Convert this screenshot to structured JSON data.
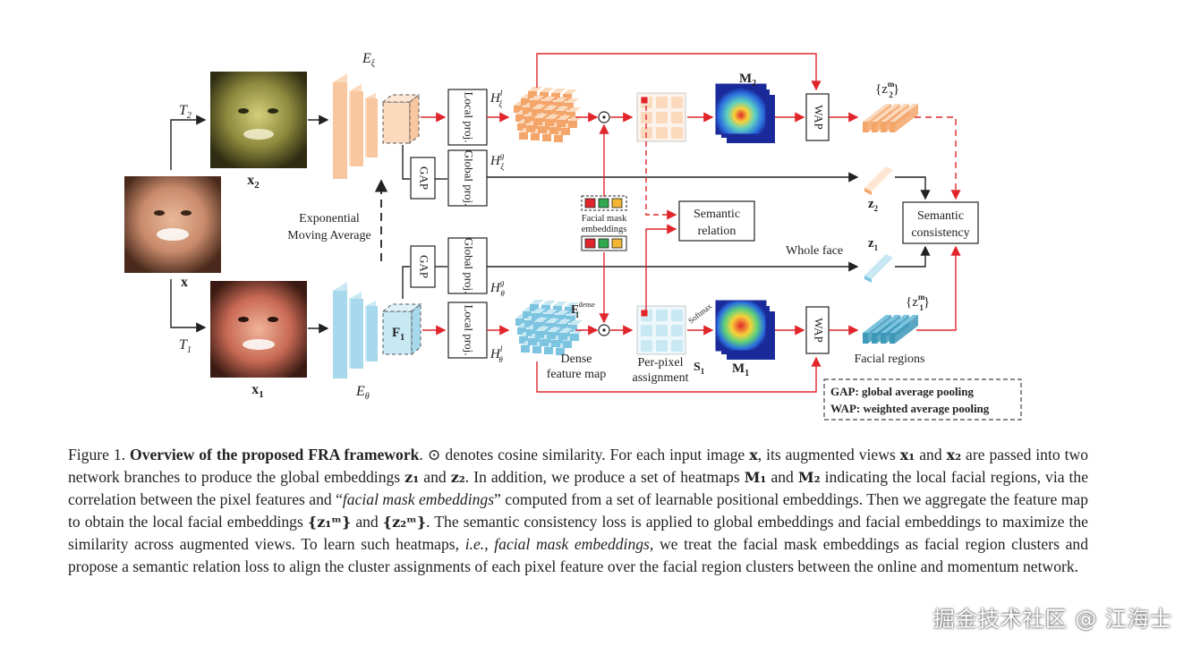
{
  "figure": {
    "labels": {
      "x": "x",
      "x1": "x",
      "x1_sub": "1",
      "x2": "x",
      "x2_sub": "2",
      "t1": "T",
      "t1_sub": "1",
      "t2": "T",
      "t2_sub": "2",
      "e_xi": "E",
      "e_xi_sub": "ξ",
      "e_theta": "E",
      "e_theta_sub": "θ",
      "ema_line1": "Exponential",
      "ema_line2": "Moving Average",
      "gap": "GAP",
      "global_proj": "Global proj.",
      "local_proj": "Local proj.",
      "h_xi_l": "H",
      "h_xi_l_sub": "ξ",
      "h_xi_l_sup": "l",
      "h_xi_g": "H",
      "h_xi_g_sub": "ξ",
      "h_xi_g_sup": "g",
      "h_theta_g": "H",
      "h_theta_g_sub": "θ",
      "h_theta_g_sup": "g",
      "h_theta_l": "H",
      "h_theta_l_sub": "θ",
      "h_theta_l_sup": "l",
      "f1": "F",
      "f1_sub": "1",
      "f1_dense": "F",
      "f1_dense_sub": "1",
      "f1_dense_sup": "dense",
      "dense_line1": "Dense",
      "dense_line2": "feature map",
      "facial_mask_line1": "Facial mask",
      "facial_mask_line2": "embeddings",
      "semantic_relation_line1": "Semantic",
      "semantic_relation_line2": "relation",
      "semantic_consistency_line1": "Semantic",
      "semantic_consistency_line2": "consistency",
      "per_pixel_line1": "Per-pixel",
      "per_pixel_line2": "assignment",
      "s1": "S",
      "s1_sub": "1",
      "softmax": "Softmax",
      "m1": "M",
      "m1_sub": "1",
      "m2": "M",
      "m2_sub": "2",
      "wap": "WAP",
      "z1": "z",
      "z1_sub": "1",
      "z2": "z",
      "z2_sub": "2",
      "z1m": "{z",
      "z1m_sub": "1",
      "z1m_sup": "m",
      "z1m_close": "}",
      "z2m": "{z",
      "z2m_sub": "2",
      "z2m_sup": "m",
      "z2m_close": "}",
      "whole_face": "Whole face",
      "facial_regions": "Facial regions",
      "cosine_symbol": "⊙",
      "legend_gap": "GAP: global average pooling",
      "legend_wap": "WAP: weighted average pooling"
    },
    "colors": {
      "orange": "#f4a56a",
      "orange_light": "#fbd9bd",
      "blue": "#7cc4e0",
      "blue_light": "#c8e8f4",
      "red_arrow": "#e0262b",
      "black_arrow": "#222222",
      "mask_red": "#e0262b",
      "mask_green": "#2fa84f",
      "mask_yellow": "#f2b632"
    }
  },
  "caption": {
    "fig_label": "Figure 1.",
    "bold_title": "Overview of the proposed FRA framework",
    "s1": ". ⊙ denotes cosine similarity. For each input image ",
    "x": "x",
    "s2": ", its augmented views ",
    "x1": "x₁",
    "s3": " and ",
    "x2": "x₂",
    "s4": " are passed into two network branches to produce the global embeddings ",
    "z1": "z₁",
    "s5": " and ",
    "z2": "z₂",
    "s6": ". In addition, we produce a set of heatmaps ",
    "m1": "M₁",
    "s7": " and ",
    "m2": "M₂",
    "s8": " indicating the local facial regions, via the correlation between the pixel features and “",
    "fme1": "facial mask embeddings",
    "s9": "” computed from a set of learnable positional embeddings. Then we aggregate the feature map to obtain the local facial embeddings ",
    "z1m": "{z₁ᵐ}",
    "s10": " and ",
    "z2m": "{z₂ᵐ}",
    "s11": ". The semantic consistency loss is applied to global embeddings and facial embeddings to maximize the similarity across augmented views. To learn such heatmaps, ",
    "ie": "i.e.",
    "s12": ", ",
    "fme2": "facial mask embeddings",
    "s13": ", we treat the facial mask embeddings as facial region clusters and propose a semantic relation loss to align the cluster assignments of each pixel feature over the facial region clusters between the online and momentum network."
  },
  "watermark": "掘金技术社区 @ 江海士"
}
